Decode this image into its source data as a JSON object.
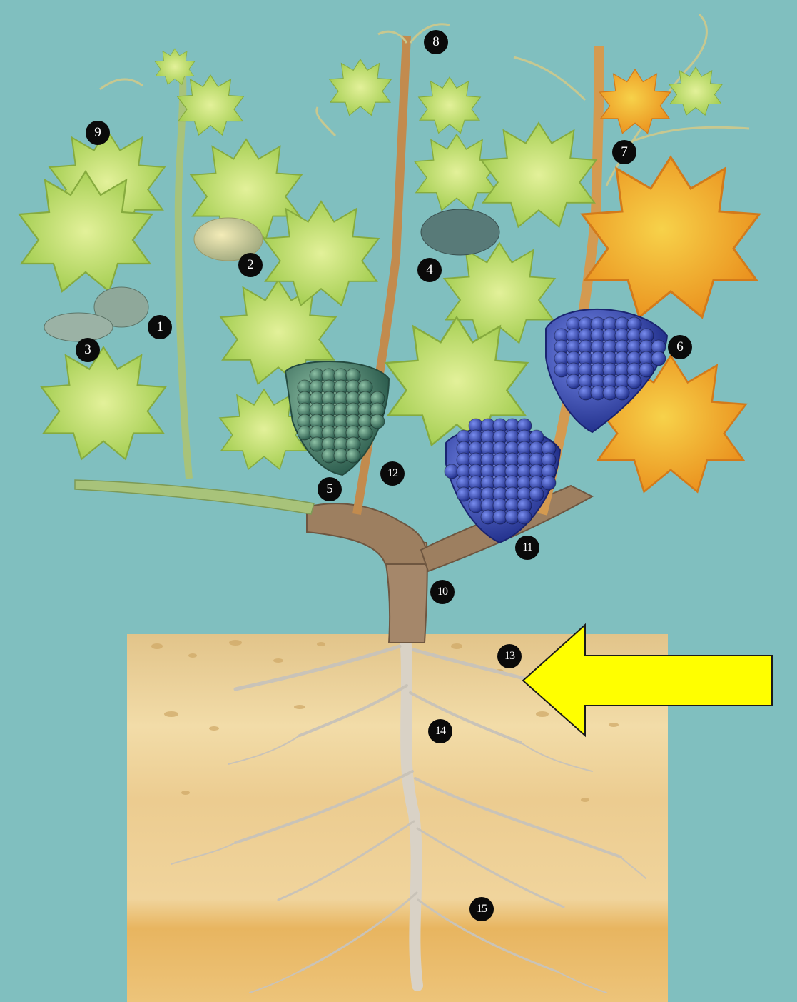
{
  "colors": {
    "background": "#80bfbf",
    "arrow": "#ffff00",
    "marker": "#0a0a0a",
    "marker_text": "#ffffff",
    "leaf": "#b9d95a",
    "autumn_leaf": "#f0a020",
    "grape_green": "#3e7a68",
    "grape_blue": "#2f43b0",
    "trunk": "#a5876a",
    "soil_top": "#e6c98e",
    "soil_bottom": "#e8b560"
  },
  "markers": [
    "1",
    "2",
    "3",
    "4",
    "5",
    "6",
    "7",
    "8",
    "9",
    "10",
    "11",
    "12",
    "13",
    "14",
    "15"
  ],
  "arrow": {
    "direction": "left",
    "points_to": "13",
    "icon": "arrow-left-icon"
  }
}
